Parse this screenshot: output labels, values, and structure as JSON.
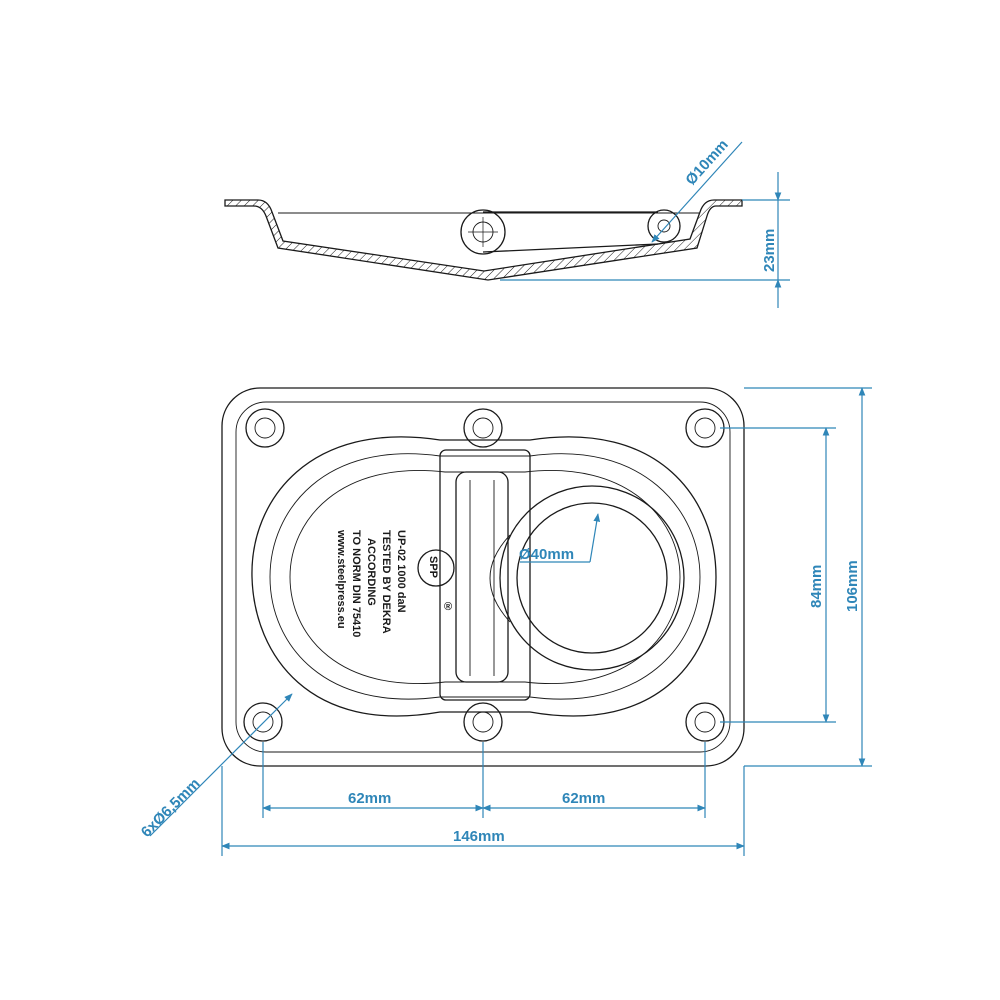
{
  "dimensions": {
    "pin_diameter": "Ø10mm",
    "side_height": "23mm",
    "ring_diameter": "Ø40mm",
    "hole_spacing_vertical": "84mm",
    "overall_height": "106mm",
    "hole_spacing_left": "62mm",
    "hole_spacing_right": "62mm",
    "overall_width": "146mm",
    "holes": "6xØ6,5mm"
  },
  "stamp": {
    "line1": "UP-02 1000 daN",
    "line2": "TESTED BY DEKRA",
    "line3": "ACCORDING",
    "line4": "TO NORM DIN 75410",
    "line5": "www.steelpress.eu"
  },
  "logo": {
    "text": "SPP",
    "registered": "®"
  },
  "colors": {
    "dimension": "#2f86b8",
    "outline": "#1a1a1a"
  }
}
